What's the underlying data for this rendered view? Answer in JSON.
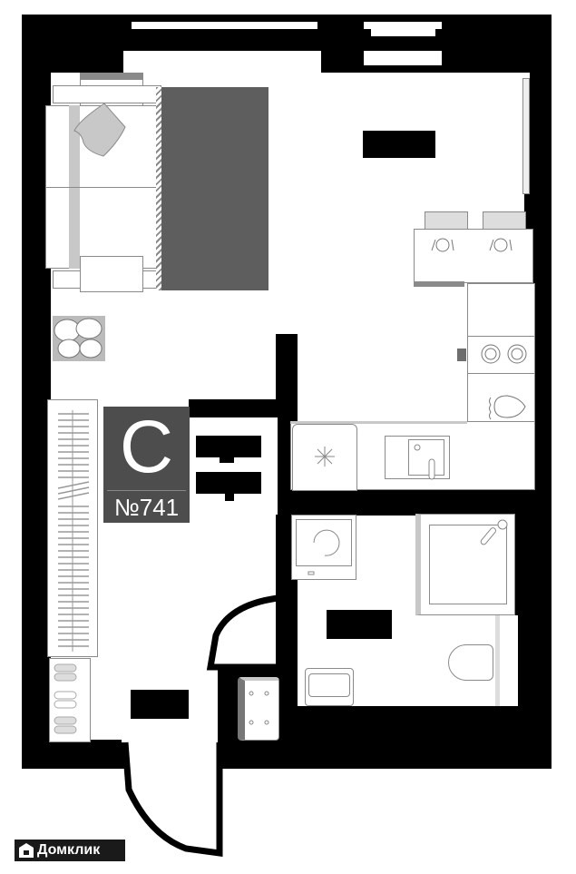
{
  "plan": {
    "type": "apartment-floor-plan",
    "layout": "studio",
    "unit_class_letter": "C",
    "unit_number": "№741",
    "colors": {
      "wall": "#000000",
      "floor": "#ffffff",
      "rug": "#5e5e5e",
      "badge_bg": "#4d4d4d",
      "badge_text": "#ffffff",
      "furniture_stroke": "#8a8a8a",
      "furniture_fill_grey": "#c8c8c8"
    }
  },
  "rooms": [
    {
      "id": "living-room",
      "label": "",
      "area_label_redacted": true
    },
    {
      "id": "bathroom",
      "label": "",
      "area_label_redacted": true
    },
    {
      "id": "hallway",
      "label": "",
      "area_label_redacted": true
    },
    {
      "id": "total-area-box",
      "label": "",
      "area_label_redacted": true
    }
  ],
  "furniture": [
    "sofa-bed",
    "pillow",
    "rug",
    "plant",
    "dining-table",
    "chair",
    "chair",
    "cooktop",
    "oven-hood",
    "refrigerator",
    "kitchen-sink",
    "washing-machine",
    "shower-tray",
    "shower-head",
    "toilet",
    "bathroom-sink",
    "wardrobe",
    "shoe-rack",
    "entry-cabinet",
    "window",
    "window"
  ],
  "watermark": {
    "brand": "Домклик"
  }
}
